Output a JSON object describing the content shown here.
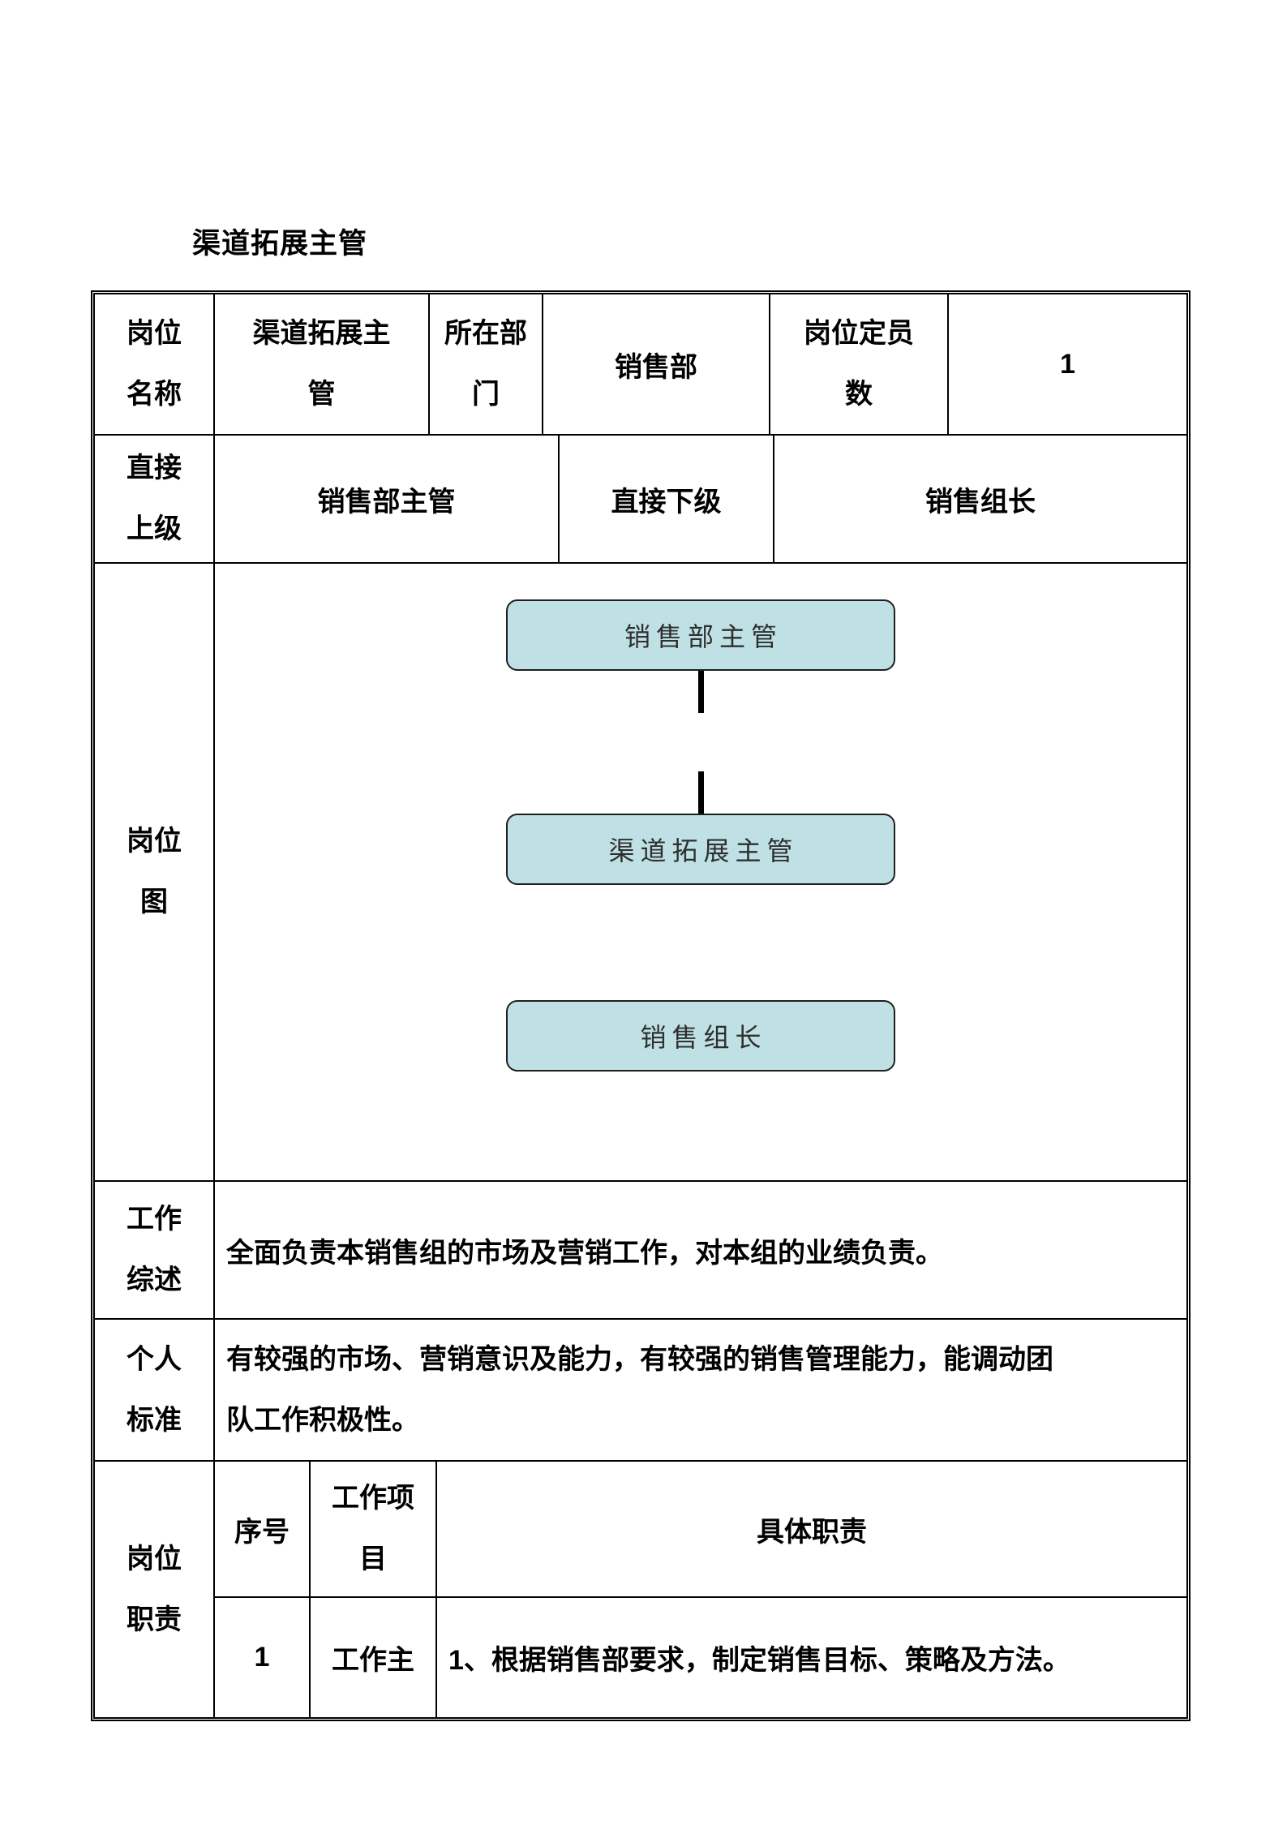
{
  "title": "渠道拓展主管",
  "info": {
    "position_label": "岗位名称",
    "position_value": "渠道拓展主管",
    "department_label": "所在部门",
    "department_value": "销售部",
    "headcount_label": "岗位定员数",
    "headcount_value": "1",
    "superior_label": "直接上级",
    "superior_value": "销售部主管",
    "subordinate_label": "直接下级",
    "subordinate_value": "销售组长"
  },
  "org_chart": {
    "label": "岗位图",
    "nodes": [
      "销售部主管",
      "渠道拓展主管",
      "销售组长"
    ]
  },
  "summary": {
    "label": "工作综述",
    "text": "全面负责本销售组的市场及营销工作，对本组的业绩负责。"
  },
  "standards": {
    "label": "个人标准",
    "text": "有较强的市场、营销意识及能力，有较强的销售管理能力，能调动团队工作积极性。"
  },
  "duties": {
    "label": "岗位职责",
    "headers": {
      "no": "序号",
      "item": "工作项目",
      "detail": "具体职责"
    },
    "rows": [
      {
        "no": "1",
        "item": "工作主",
        "detail": "1、根据销售部要求，制定销售目标、策略及方法。"
      }
    ]
  },
  "colors": {
    "table_border": "#000000",
    "node_fill": "#bfe0e4",
    "node_border": "#1f1f1f"
  }
}
